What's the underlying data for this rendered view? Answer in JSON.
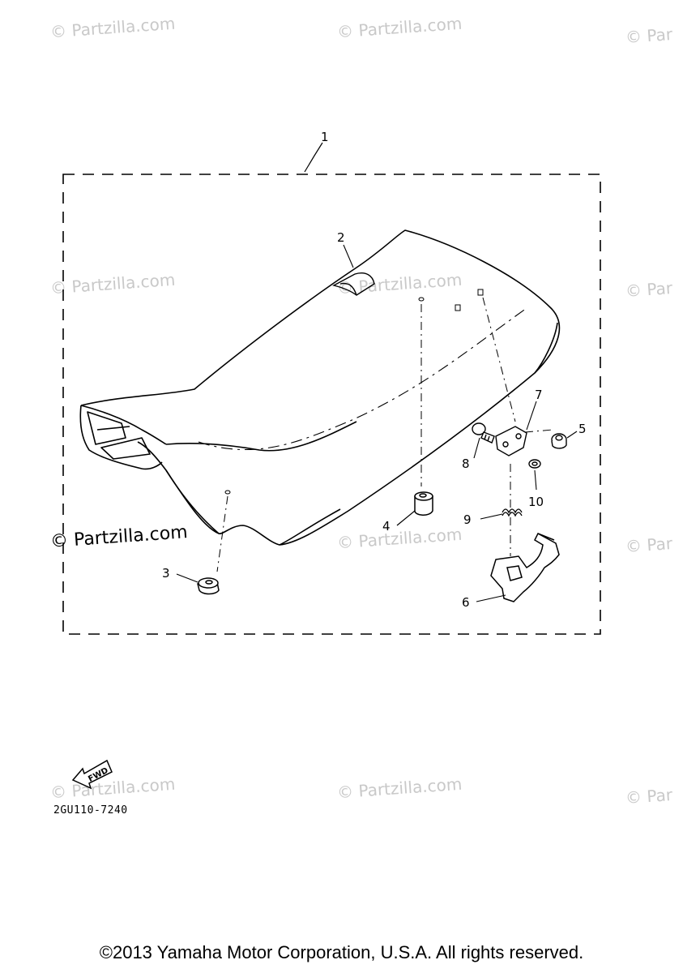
{
  "watermark_text": "© Partzilla.com",
  "watermark_partial": "© Par",
  "watermark_prominent": "© Partzilla.com",
  "callouts": {
    "n1": "1",
    "n2": "2",
    "n3": "3",
    "n4": "4",
    "n5": "5",
    "n6": "6",
    "n7": "7",
    "n8": "8",
    "n9": "9",
    "n10": "10"
  },
  "fwd_label": "FWD",
  "diagram_code": "2GU110-7240",
  "copyright": "©2013 Yamaha Motor Corporation, U.S.A. All rights reserved."
}
